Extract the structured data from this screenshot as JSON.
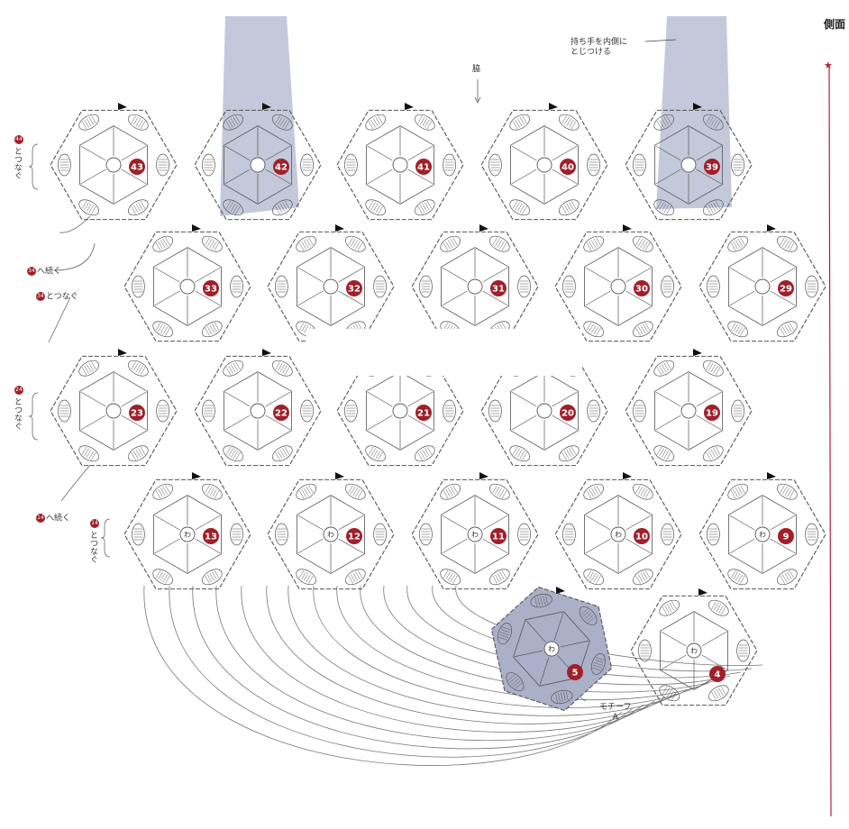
{
  "title": "側面",
  "annotations": {
    "handle_note_line1": "持ち手を内側に",
    "handle_note_line2": "とじつける",
    "side_label": "脇",
    "motif_label_line1": "モチーフ",
    "motif_label_line2": "A",
    "row44": {
      "num": "44",
      "text": "とつなぐ"
    },
    "row34a": {
      "num": "34",
      "text": "へ続く"
    },
    "row34b": {
      "num": "34",
      "text": "とつなぐ"
    },
    "row24": {
      "num": "24",
      "text": "とつなぐ"
    },
    "row14a": {
      "num": "14",
      "text": "へ続く"
    },
    "row14b": {
      "num": "14",
      "text": "とつなぐ"
    }
  },
  "motifs": [
    {
      "num": "43"
    },
    {
      "num": "42"
    },
    {
      "num": "41"
    },
    {
      "num": "40"
    },
    {
      "num": "39"
    },
    {
      "num": "33"
    },
    {
      "num": "32"
    },
    {
      "num": "31"
    },
    {
      "num": "30"
    },
    {
      "num": "29"
    },
    {
      "num": "23"
    },
    {
      "num": "22"
    },
    {
      "num": "21"
    },
    {
      "num": "20"
    },
    {
      "num": "19"
    },
    {
      "num": "13"
    },
    {
      "num": "12"
    },
    {
      "num": "11"
    },
    {
      "num": "10"
    },
    {
      "num": "9"
    },
    {
      "num": "5"
    },
    {
      "num": "4"
    }
  ],
  "center_ring_char": "わ",
  "colors": {
    "badge": "#a0202a",
    "handle_fill": "#b9bfd4",
    "motif_shade": "#aab0c8",
    "line": "#555555",
    "accent": "#b0203a"
  }
}
